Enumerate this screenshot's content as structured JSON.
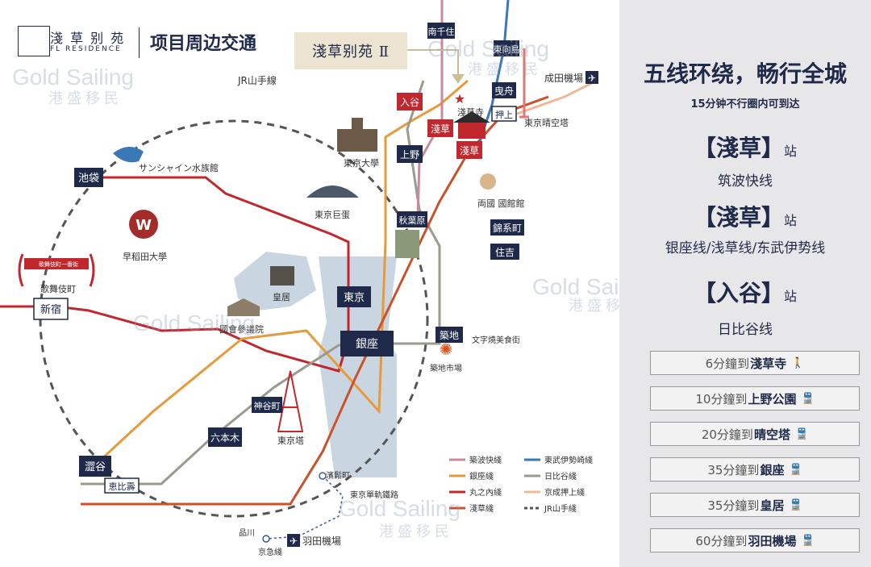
{
  "header": {
    "logo_cn": "淺 草 别 苑",
    "logo_en": "FL RESIDENCE",
    "title": "项目周边交通",
    "project_box": "淺草别苑 Ⅱ"
  },
  "map": {
    "stations": {
      "minami_senju": "南千住",
      "higashi_mukojima": "東向島",
      "hikifune": "曳舟",
      "oshiage": "押上",
      "iriya": "入谷",
      "asakusa1": "淺草",
      "asakusa2": "淺草",
      "ueno": "上野",
      "ikebukuro": "池袋",
      "akihabara": "秋葉原",
      "kinshicho": "錦系町",
      "sumiyoshi": "住吉",
      "shinjuku": "新宿",
      "tokyo": "東京",
      "ginza": "銀座",
      "tsukiji": "築地",
      "kamiyacho": "神谷町",
      "roppongi": "六本木",
      "shibuya": "澀谷",
      "ebisu": "恵比壽"
    },
    "labels": {
      "jr_yamanote": "JR山手線",
      "sunshine": "サンシャイン水族館",
      "todai": "東京大學",
      "dome": "東京巨蛋",
      "waseda": "早稻田大學",
      "kabukicho": "歌舞伎町",
      "kabukicho_sign": "歌舞伎町一番街",
      "kokyo": "皇居",
      "diet": "國會參議院",
      "sensoji": "淺草寺",
      "skytree": "東京晴空塔",
      "narita": "成田機場",
      "kokugikan": "両國\n國館館",
      "monja": "文字燒美食街",
      "tsukiji_market": "築地市場",
      "tokyo_tower": "東京塔",
      "hamamatsucho": "濱鬆町",
      "monorail": "東京單軌鐵路",
      "shinagawa": "品川",
      "keikyu": "京急綫",
      "haneda": "羽田機場"
    },
    "legend": [
      {
        "name": "築波快綫",
        "color": "#c98a9b"
      },
      {
        "name": "銀座綫",
        "color": "#e79a3a"
      },
      {
        "name": "丸之內綫",
        "color": "#c0282e"
      },
      {
        "name": "淺草綫",
        "color": "#c8532b"
      },
      {
        "name": "東武伊勢崎綫",
        "color": "#3a78b8"
      },
      {
        "name": "日比谷綫",
        "color": "#9a9a8e"
      },
      {
        "name": "京成押上綫",
        "color": "#f0b89a"
      },
      {
        "name": "JR山手綫",
        "color": "#555555"
      }
    ],
    "watermark_en": "Gold Sailing",
    "watermark_cn": "港 盛 移 民"
  },
  "panel": {
    "headline": "五线环绕，畅行全城",
    "subhead": "15分钟不行圈内可到达",
    "stations": [
      {
        "name": "【淺草】",
        "suffix": "站",
        "lines": "筑波快线"
      },
      {
        "name": "【淺草】",
        "suffix": "站",
        "lines": "银座线/浅草线/东武伊势线"
      },
      {
        "name": "【入谷】",
        "suffix": "站",
        "lines": "日比谷线"
      }
    ],
    "routes": [
      {
        "prefix": "6分鐘到",
        "dest": "淺草寺",
        "icon": "walk-icon",
        "glyph": "🚶"
      },
      {
        "prefix": "10分鐘到",
        "dest": "上野公園",
        "icon": "train-icon",
        "glyph": "🚆"
      },
      {
        "prefix": "20分鐘到",
        "dest": "晴空塔",
        "icon": "train-icon",
        "glyph": "🚆"
      },
      {
        "prefix": "35分鐘到",
        "dest": "銀座",
        "icon": "train-icon",
        "glyph": "🚆"
      },
      {
        "prefix": "35分鐘到",
        "dest": "皇居",
        "icon": "train-icon",
        "glyph": "🚆"
      },
      {
        "prefix": "60分鐘到",
        "dest": "羽田機場",
        "icon": "train-icon",
        "glyph": "🚆"
      }
    ]
  }
}
